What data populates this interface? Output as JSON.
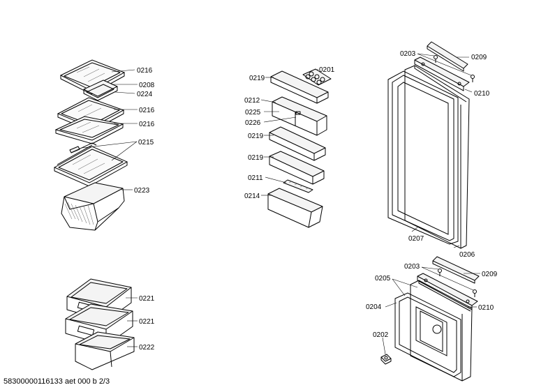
{
  "callouts": {
    "shelf_top": "0216",
    "shelf_frame": "0208",
    "shelf_clip": "0224",
    "shelf_mid_1": "0216",
    "shelf_mid_2": "0216",
    "shelf_split": "0215",
    "crisper_cover": "0223",
    "door_bin_top": "0219",
    "egg_tray": "0201",
    "bin_lid": "0212",
    "butter_box": "0225",
    "butter_lid": "0226",
    "door_bin_mid": "0219",
    "door_bin_low": "0219",
    "bottle_retainer": "0211",
    "bottle_bin": "0214",
    "drawer_1": "0221",
    "drawer_2": "0221",
    "drawer_3": "0222",
    "upper_screw": "0203",
    "upper_cover": "0209",
    "upper_hinge": "0210",
    "upper_gasket": "0207",
    "upper_door": "0206",
    "lower_screw": "0203",
    "lower_cover": "0209",
    "lower_frame": "0205",
    "lower_gasket": "0204",
    "lower_hinge": "0210",
    "lower_knob": "0202"
  },
  "footer": "58300000116133 aet 000 b 2/3"
}
